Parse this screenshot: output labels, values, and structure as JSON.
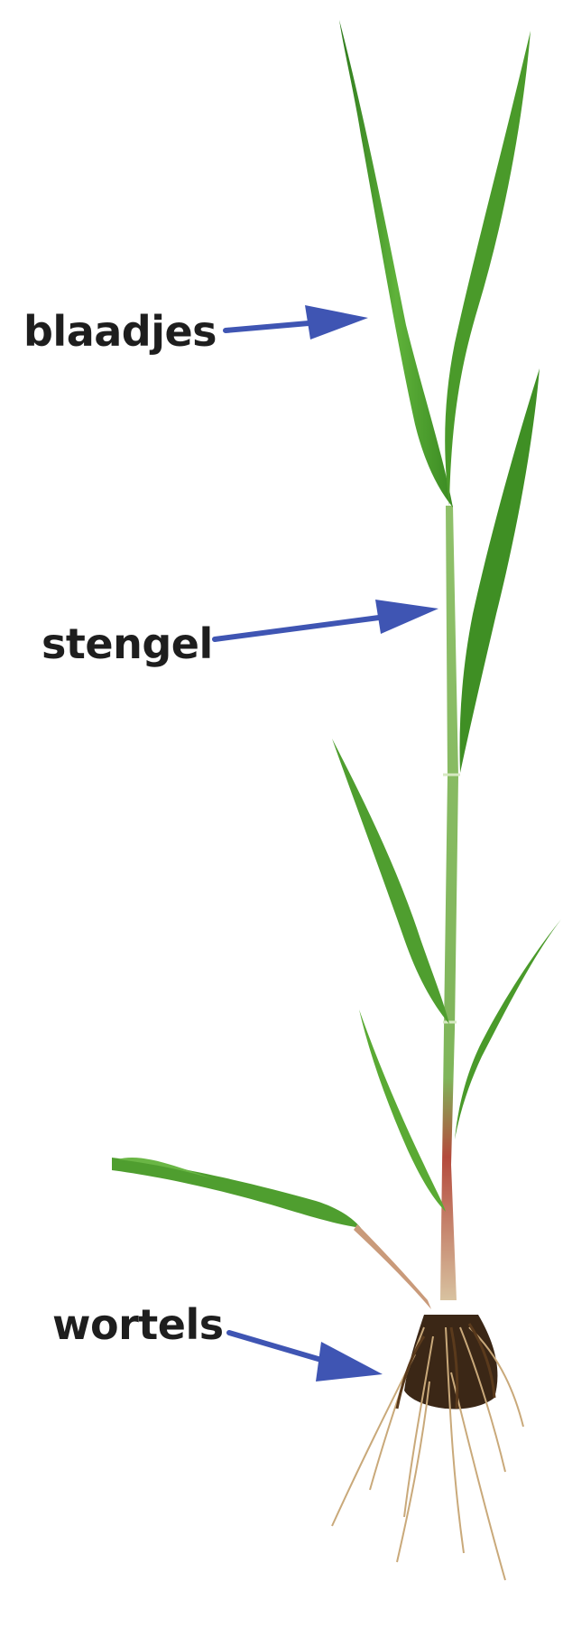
{
  "labels": {
    "leaves": "blaadjes",
    "stem": "stengel",
    "roots": "wortels"
  },
  "colors": {
    "arrow": "#3f55b3",
    "text": "#1e1e1e",
    "leaf": "#4f9e2f",
    "leaf_dark": "#2f7a1d",
    "stem": "#8fc06a",
    "stem_base": "#b44a3c",
    "roots": "#3b2716",
    "root_fibers": "#c9a97a"
  },
  "icons": {
    "arrow": "arrow-right-icon"
  }
}
